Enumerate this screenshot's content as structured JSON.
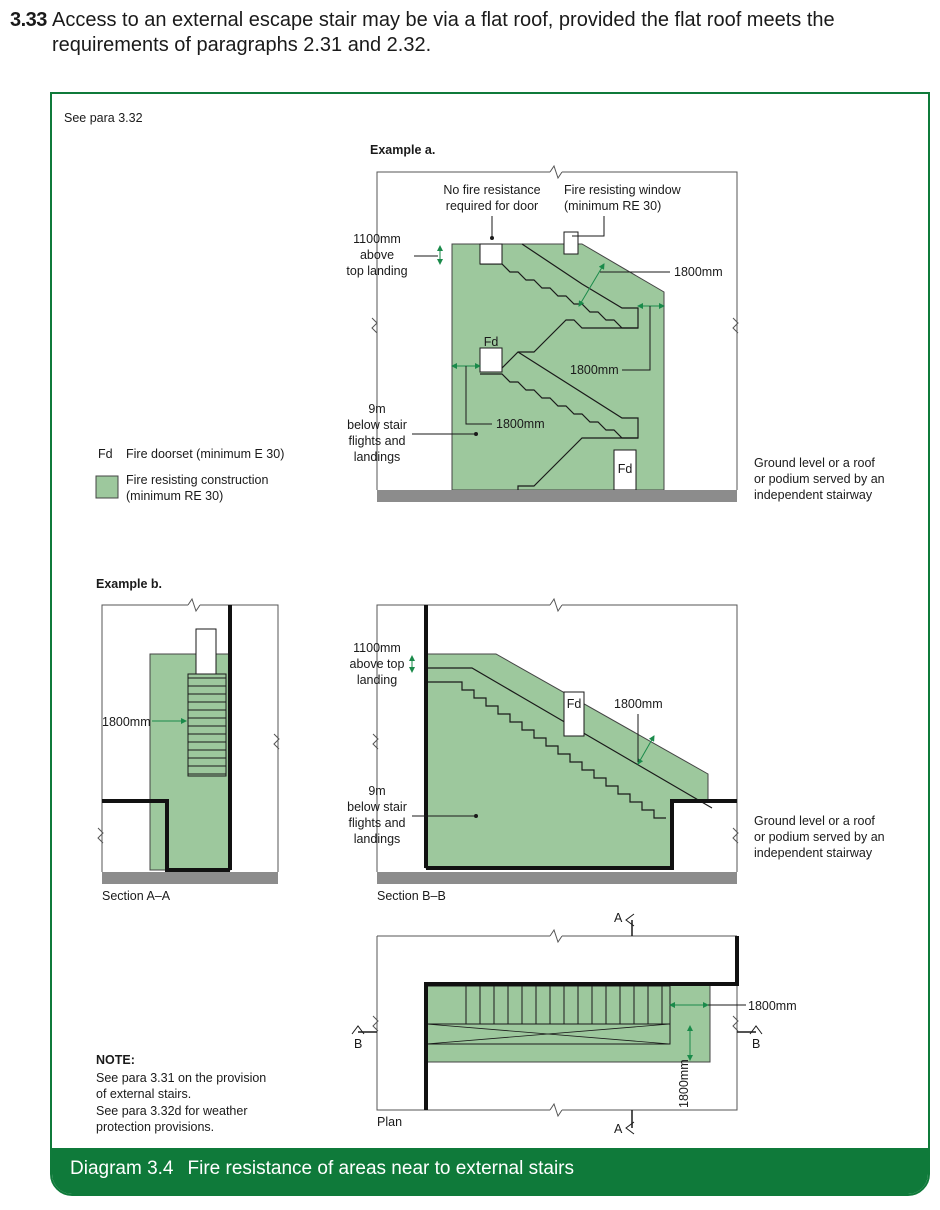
{
  "paragraph": {
    "number": "3.33",
    "text_line1": "Access to an external escape stair may be via a flat roof, provided the flat roof meets the",
    "text_line2": "requirements of paragraphs 2.31 and 2.32."
  },
  "diagram": {
    "see_para": "See para 3.32",
    "example_a": {
      "title": "Example a.",
      "door_note_1": "No fire resistance",
      "door_note_2": "required for door",
      "window_note_1": "Fire resisting window",
      "window_note_2": "(minimum RE 30)",
      "above_1": "1100mm",
      "above_2": "above",
      "above_3": "top landing",
      "dim_right": "1800mm",
      "dim_mid": "1800mm",
      "dim_left": "1800mm",
      "below_1": "9m",
      "below_2": "below stair",
      "below_3": "flights and",
      "below_4": "landings",
      "fd_upper": "Fd",
      "fd_ground": "Fd",
      "ground_1": "Ground level or a roof",
      "ground_2": "or podium served by an",
      "ground_3": "independent stairway"
    },
    "legend": {
      "fd_symbol": "Fd",
      "fd_text": "Fire doorset (minimum E 30)",
      "fr_text_1": "Fire resisting construction",
      "fr_text_2": "(minimum RE 30)",
      "fill_color": "#9dc89d"
    },
    "example_b": {
      "title": "Example b.",
      "section_aa": "Section A–A",
      "dim_aa": "1800mm",
      "section_bb": "Section B–B",
      "above_1": "1100mm",
      "above_2": "above top",
      "above_3": "landing",
      "fd": "Fd",
      "dim_bb": "1800mm",
      "below_1": "9m",
      "below_2": "below stair",
      "below_3": "flights and",
      "below_4": "landings",
      "ground_1": "Ground level or a roof",
      "ground_2": "or podium served by an",
      "ground_3": "independent stairway"
    },
    "plan": {
      "label": "Plan",
      "marker_a_top": "A",
      "marker_a_bottom": "A",
      "marker_b_left": "B",
      "marker_b_right": "B",
      "dim_right": "1800mm",
      "dim_vertical": "1800mm"
    },
    "note": {
      "heading": "NOTE:",
      "line1": "See para 3.31 on the provision",
      "line2": "of external stairs.",
      "line3": "See para 3.32d for weather",
      "line4": "protection provisions."
    }
  },
  "caption": {
    "number": "Diagram 3.4",
    "title": "Fire resistance of areas near to external stairs"
  },
  "colors": {
    "accent_green": "#0f7a3a",
    "fire_resisting_fill": "#9dc89d",
    "ground": "#8c8c8c",
    "dimension_green": "#1a8a4a"
  }
}
